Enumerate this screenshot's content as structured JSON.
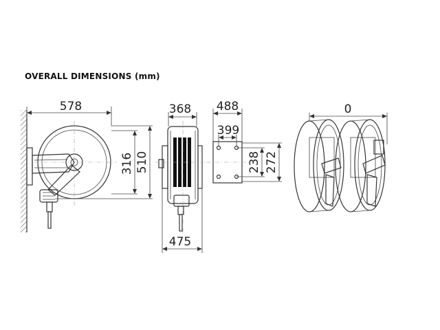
{
  "title": "OVERALL DIMENSIONS (mm)",
  "dimensions": {
    "side_width": "578",
    "side_inner_height": "316",
    "side_total_height": "510",
    "front_width": "368",
    "front_base_width": "475",
    "bracket_width": "488",
    "bracket_hole_spacing_h": "399",
    "bracket_hole_spacing_v": "238",
    "bracket_height": "272",
    "multi_spacing": "0"
  },
  "colors": {
    "line": "#333333",
    "hatch": "#555555",
    "text": "#222222"
  }
}
